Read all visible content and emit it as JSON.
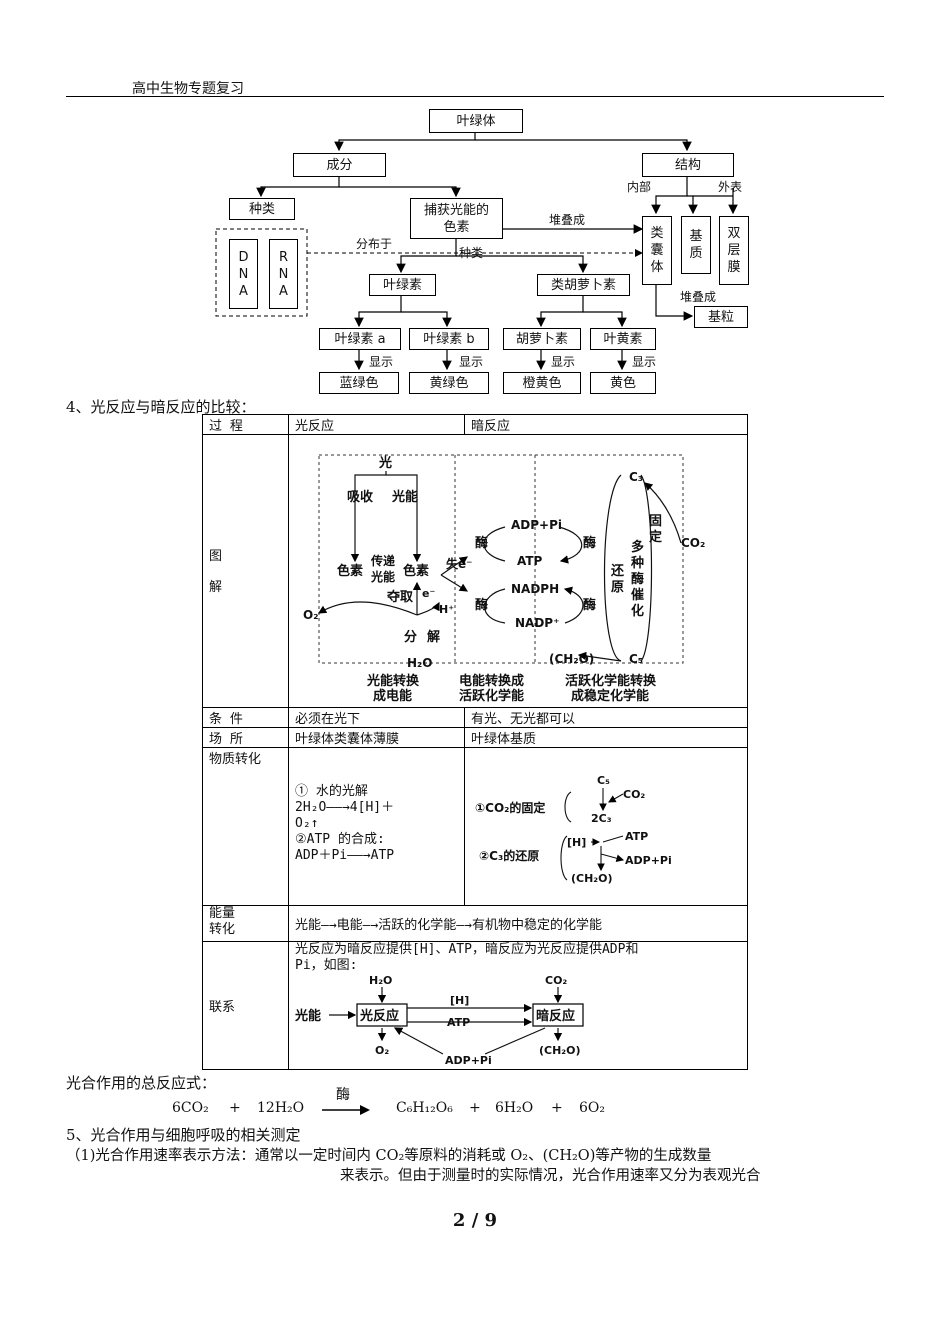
{
  "header": {
    "title": "高中生物专题复习"
  },
  "concept_map": {
    "root": "叶绿体",
    "composition": "成分",
    "structure": "结构",
    "types": "种类",
    "dna": [
      "D",
      "N",
      "A"
    ],
    "rna": [
      "R",
      "N",
      "A"
    ],
    "pigments_line1": "捕获光能的",
    "pigments_line2": "色素",
    "stacked": "堆叠成",
    "distributed": "分布于",
    "kinds": "种类",
    "inner": "内部",
    "outer": "外表",
    "thylakoid": [
      "类",
      "囊",
      "体"
    ],
    "stroma": [
      "基",
      "质"
    ],
    "double_membrane": [
      "双",
      "层",
      "膜"
    ],
    "stacked2": "堆叠成",
    "grana": "基粒",
    "chlorophyll": "叶绿素",
    "carotenoid": "类胡萝卜素",
    "chl_a": "叶绿素 a",
    "chl_b": "叶绿素 b",
    "carotene": "胡萝卜素",
    "xanthophyll": "叶黄素",
    "show": "显示",
    "blue_green": "蓝绿色",
    "yellow_green": "黄绿色",
    "orange_yellow": "橙黄色",
    "yellow": "黄色"
  },
  "section4": {
    "title": "4、光反应与暗反应的比较："
  },
  "table": {
    "h_process": "过 程",
    "h_light": "光反应",
    "h_dark": "暗反应",
    "r_diagram": [
      "图",
      "解"
    ],
    "diagram": {
      "light": "光",
      "absorb": "吸收",
      "light_energy": "光能",
      "pigment1": "色素",
      "transfer": "传递",
      "light_energy2": "光能",
      "pigment2": "色素",
      "lose_e": "失e⁻",
      "capture": "夺取",
      "e_minus": "e⁻",
      "h_plus": "H⁺",
      "o2": "O₂",
      "split": "分",
      "decompose": "解",
      "h2o": "H₂O",
      "adp_pi": "ADP+Pi",
      "atp": "ATP",
      "enzyme": "酶",
      "nadph": "NADPH",
      "nadp": "NADP⁺",
      "c3": "C₃",
      "c5": "C₅",
      "co2": "CO₂",
      "fix": [
        "固",
        "定"
      ],
      "multi_enzyme": [
        "多",
        "种",
        "酶",
        "催",
        "化"
      ],
      "reduce": [
        "还",
        "原"
      ],
      "ch2o": "(CH₂O)",
      "cap1a": "光能转换",
      "cap1b": "成电能",
      "cap2a": "电能转换成",
      "cap2b": "活跃化学能",
      "cap3a": "活跃化学能转换",
      "cap3b": "成稳定化学能"
    },
    "r_condition": "条 件",
    "condition_light": "必须在光下",
    "condition_dark": "有光、无光都可以",
    "r_site": "场 所",
    "site_light": "叶绿体类囊体薄膜",
    "site_dark": "叶绿体基质",
    "r_matter": "物质转化",
    "matter_light_1": "① 水的光解",
    "matter_light_2": "2H₂O——→4[H]＋",
    "matter_light_3": "O₂↑",
    "matter_light_4": "②ATP 的合成:",
    "matter_light_5": "ADP＋Pi——→ATP",
    "matter_dark": {
      "fix_label": "①CO₂的固定",
      "reduce_label": "②C₃的还原",
      "c5": "C₅",
      "co2": "CO₂",
      "two_c3": "2C₃",
      "h": "[H]",
      "atp": "ATP",
      "adp_pi": "ADP+Pi",
      "ch2o": "(CH₂O)"
    },
    "r_energy": [
      "能量",
      "转化"
    ],
    "energy": "光能—→电能—→活跃的化学能—→有机物中稳定的化学能",
    "r_link": "联系",
    "link_text_1": "光反应为暗反应提供[H]、ATP，暗反应为光反应提供ADP和",
    "link_text_2": "Pi，如图:",
    "link": {
      "light_energy": "光能",
      "light_reaction": "光反应",
      "dark_reaction": "暗反应",
      "h2o": "H₂O",
      "o2": "O₂",
      "h": "[H]",
      "atp": "ATP",
      "adp_pi": "ADP+Pi",
      "co2": "CO₂",
      "ch2o": "(CH₂O)"
    }
  },
  "total_equation": {
    "title": "光合作用的总反应式：",
    "enzyme": "酶",
    "lhs1": "6CO₂",
    "plus": "+",
    "lhs2": "12H₂O",
    "rhs1": "C₆H₁₂O₆",
    "rhs2": "6H₂O",
    "rhs3": "6O₂"
  },
  "section5": {
    "title": "5、光合作用与细胞呼吸的相关测定",
    "line1": "（1)光合作用速率表示方法：通常以一定时间内 CO₂等原料的消耗或 O₂、(CH₂O)等产物的生成数量",
    "line2": "来表示。但由于测量时的实际情况，光合作用速率又分为表观光合"
  },
  "page_number": "2 / 9"
}
